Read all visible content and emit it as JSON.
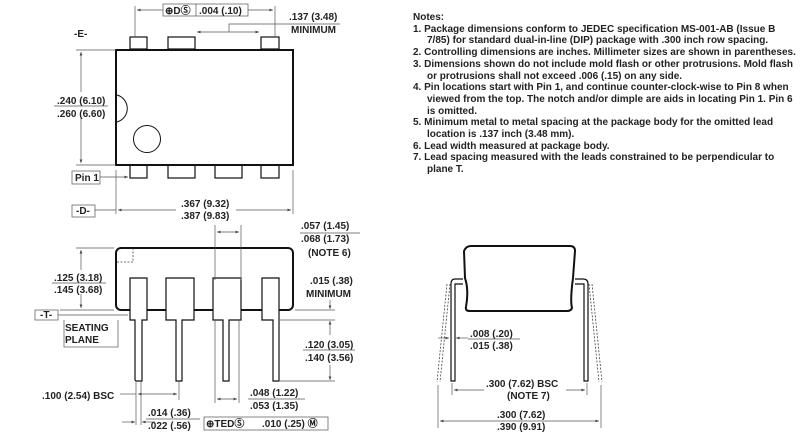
{
  "top_view": {
    "fcf": {
      "symbols": "⊕DⓈ",
      "value": ".004 (.10)"
    },
    "min_spacing": {
      "value": ".137 (3.48)",
      "label": "MINIMUM"
    },
    "datum_e": "-E-",
    "width_min": ".240 (6.10)",
    "width_max": ".260 (6.60)",
    "pin1_label": "Pin 1",
    "datum_d": "-D-",
    "length_min": ".367 (9.32)",
    "length_max": ".387 (9.83)"
  },
  "side_view": {
    "lead_width_min": ".057 (1.45)",
    "lead_width_max": ".068 (1.73)",
    "lead_width_note": "(NOTE 6)",
    "standoff": ".015 (.38)",
    "standoff_label": "MINIMUM",
    "height_min": ".125 (3.18)",
    "height_max": ".145 (3.68)",
    "datum_t": "-T-",
    "seating_plane": [
      "SEATING",
      "PLANE"
    ],
    "lead_length_min": ".120 (3.05)",
    "lead_length_max": ".140 (3.56)",
    "pitch": ".100 (2.54) BSC",
    "shoulder_min": ".048 (1.22)",
    "shoulder_max": ".053 (1.35)",
    "tip_min": ".014 (.36)",
    "tip_max": ".022 (.56)",
    "fcf": {
      "symbols": "⊕TEDⓈ",
      "value": ".010 (.25) Ⓜ"
    }
  },
  "end_view": {
    "thickness_min": ".008 (.20)",
    "thickness_max": ".015 (.38)",
    "row_spacing": ".300 (7.62) BSC",
    "row_note": "(NOTE 7)",
    "spread_min": ".300 (7.62)",
    "spread_max": ".390 (9.91)"
  },
  "notes": {
    "title": "Notes:",
    "items": [
      "1. Package dimensions conform to JEDEC specification MS-001-AB (Issue B 7/85) for standard dual-in-line (DIP) package with .300 inch row spacing.",
      "2. Controlling dimensions are inches. Millimeter sizes are shown in parentheses.",
      "3. Dimensions shown do not include mold flash or other protrusions. Mold flash or protrusions shall not exceed .006 (.15) on any side.",
      "4. Pin locations start with Pin 1, and continue counter-clock-wise to Pin 8 when viewed from the top. The notch and/or dimple are aids in locating Pin 1. Pin 6 is omitted.",
      "5. Minimum metal to metal spacing at the package body for the omitted lead location is .137 inch (3.48 mm).",
      "6. Lead width measured at package body.",
      "7. Lead spacing measured with the leads constrained to be perpendicular to plane T."
    ]
  }
}
